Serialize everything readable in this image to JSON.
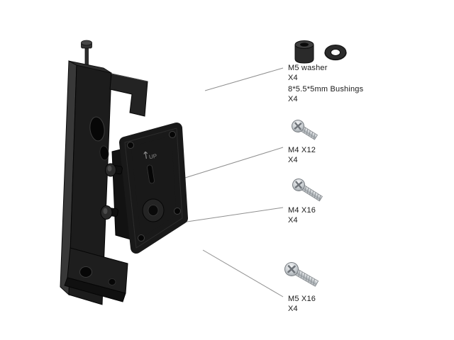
{
  "canvas": {
    "background": "#ffffff",
    "connector_color": "#8f8f8f",
    "text_color": "#1a1a1a"
  },
  "bracket": {
    "plate_marking": "UP",
    "body_color": "#1b1b1b",
    "highlight_color": "#3d3d3d"
  },
  "hardware_colors": {
    "black_part": "#2a2a2a",
    "metal_light": "#f0f2f3",
    "metal_dark": "#9fa5aa"
  },
  "parts": [
    {
      "id": "m5-washer",
      "label": "M5 washer",
      "qty": "X4"
    },
    {
      "id": "bushings-8x5-5x5mm",
      "label": "8*5.5*5mm Bushings",
      "qty": "X4"
    },
    {
      "id": "m4-x12-screw",
      "label": "M4 X12",
      "qty": "X4"
    },
    {
      "id": "m4-x16-screw",
      "label": "M4 X16",
      "qty": "X4"
    },
    {
      "id": "m5-x16-screw",
      "label": "M5 X16",
      "qty": "X4"
    }
  ]
}
